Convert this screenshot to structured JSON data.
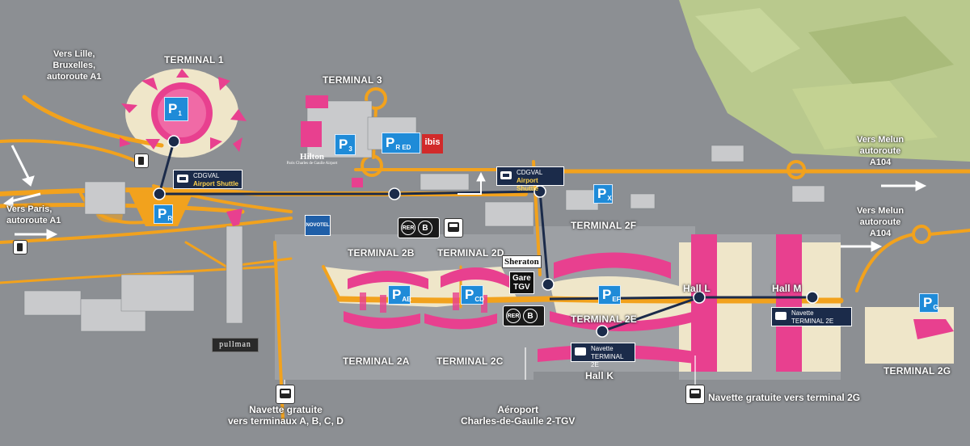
{
  "labels": {
    "terminal1": "TERMINAL 1",
    "terminal3": "TERMINAL 3",
    "terminal2f": "TERMINAL 2F",
    "terminal2b": "TERMINAL 2B",
    "terminal2d": "TERMINAL 2D",
    "terminal2e": "TERMINAL 2E",
    "terminal2a": "TERMINAL 2A",
    "terminal2c": "TERMINAL 2C",
    "terminal2g": "TERMINAL 2G",
    "hall_l": "Hall L",
    "hall_m": "Hall M",
    "hall_k": "Hall K",
    "vers_lille": "Vers Lille,\nBruxelles,\nautoroute A1",
    "vers_paris": "Vers Paris,\nautoroute A1",
    "vers_melun_1": "Vers Melun\nautoroute\nA104",
    "vers_melun_2": "Vers Melun\nautoroute\nA104",
    "navette_abcd": "Navette gratuite\nvers terminaux A, B, C, D",
    "navette_2g": "Navette gratuite vers terminal 2G",
    "aeroport": "Aéroport\nCharles-de-Gaulle 2-TGV"
  },
  "parking": {
    "p1": {
      "main": "P",
      "sub": "1"
    },
    "p3": {
      "main": "P",
      "sub": "3"
    },
    "pr_ed": {
      "main": "P",
      "sub": "R ED"
    },
    "pr": {
      "main": "P",
      "sub": "R"
    },
    "px": {
      "main": "P",
      "sub": "X"
    },
    "pab": {
      "main": "P",
      "sub": "AB"
    },
    "pcd": {
      "main": "P",
      "sub": "CD"
    },
    "pef": {
      "main": "P",
      "sub": "EF"
    },
    "pg": {
      "main": "P",
      "sub": "G"
    }
  },
  "shuttles": {
    "t1": {
      "line1": "CDGVAL",
      "line2": "Airport Shuttle"
    },
    "t2": {
      "line1": "CDGVAL",
      "line2": "Airport Shuttle"
    }
  },
  "navettes": {
    "k": {
      "line1": "Navette",
      "line2": "TERMINAL 2E"
    },
    "m": {
      "line1": "Navette",
      "line2": "TERMINAL 2E"
    }
  },
  "rer": {
    "a": "RER",
    "b": "B"
  },
  "brands": {
    "hilton": "Hilton",
    "hilton_sub": "Paris Charles de Gaulle Airport",
    "novotel": "NOVOTEL",
    "ibis": "ibis",
    "sheraton": "Sheraton",
    "pullman": "pullman",
    "gare": "Gare\nTGV"
  },
  "colors": {
    "background": "#8c8f93",
    "road": "#f2a21d",
    "terminal": "#e8408f",
    "cdgval_line": "#1b2b4a",
    "parking": "#1f8bd8",
    "field": "#b9c98d"
  }
}
